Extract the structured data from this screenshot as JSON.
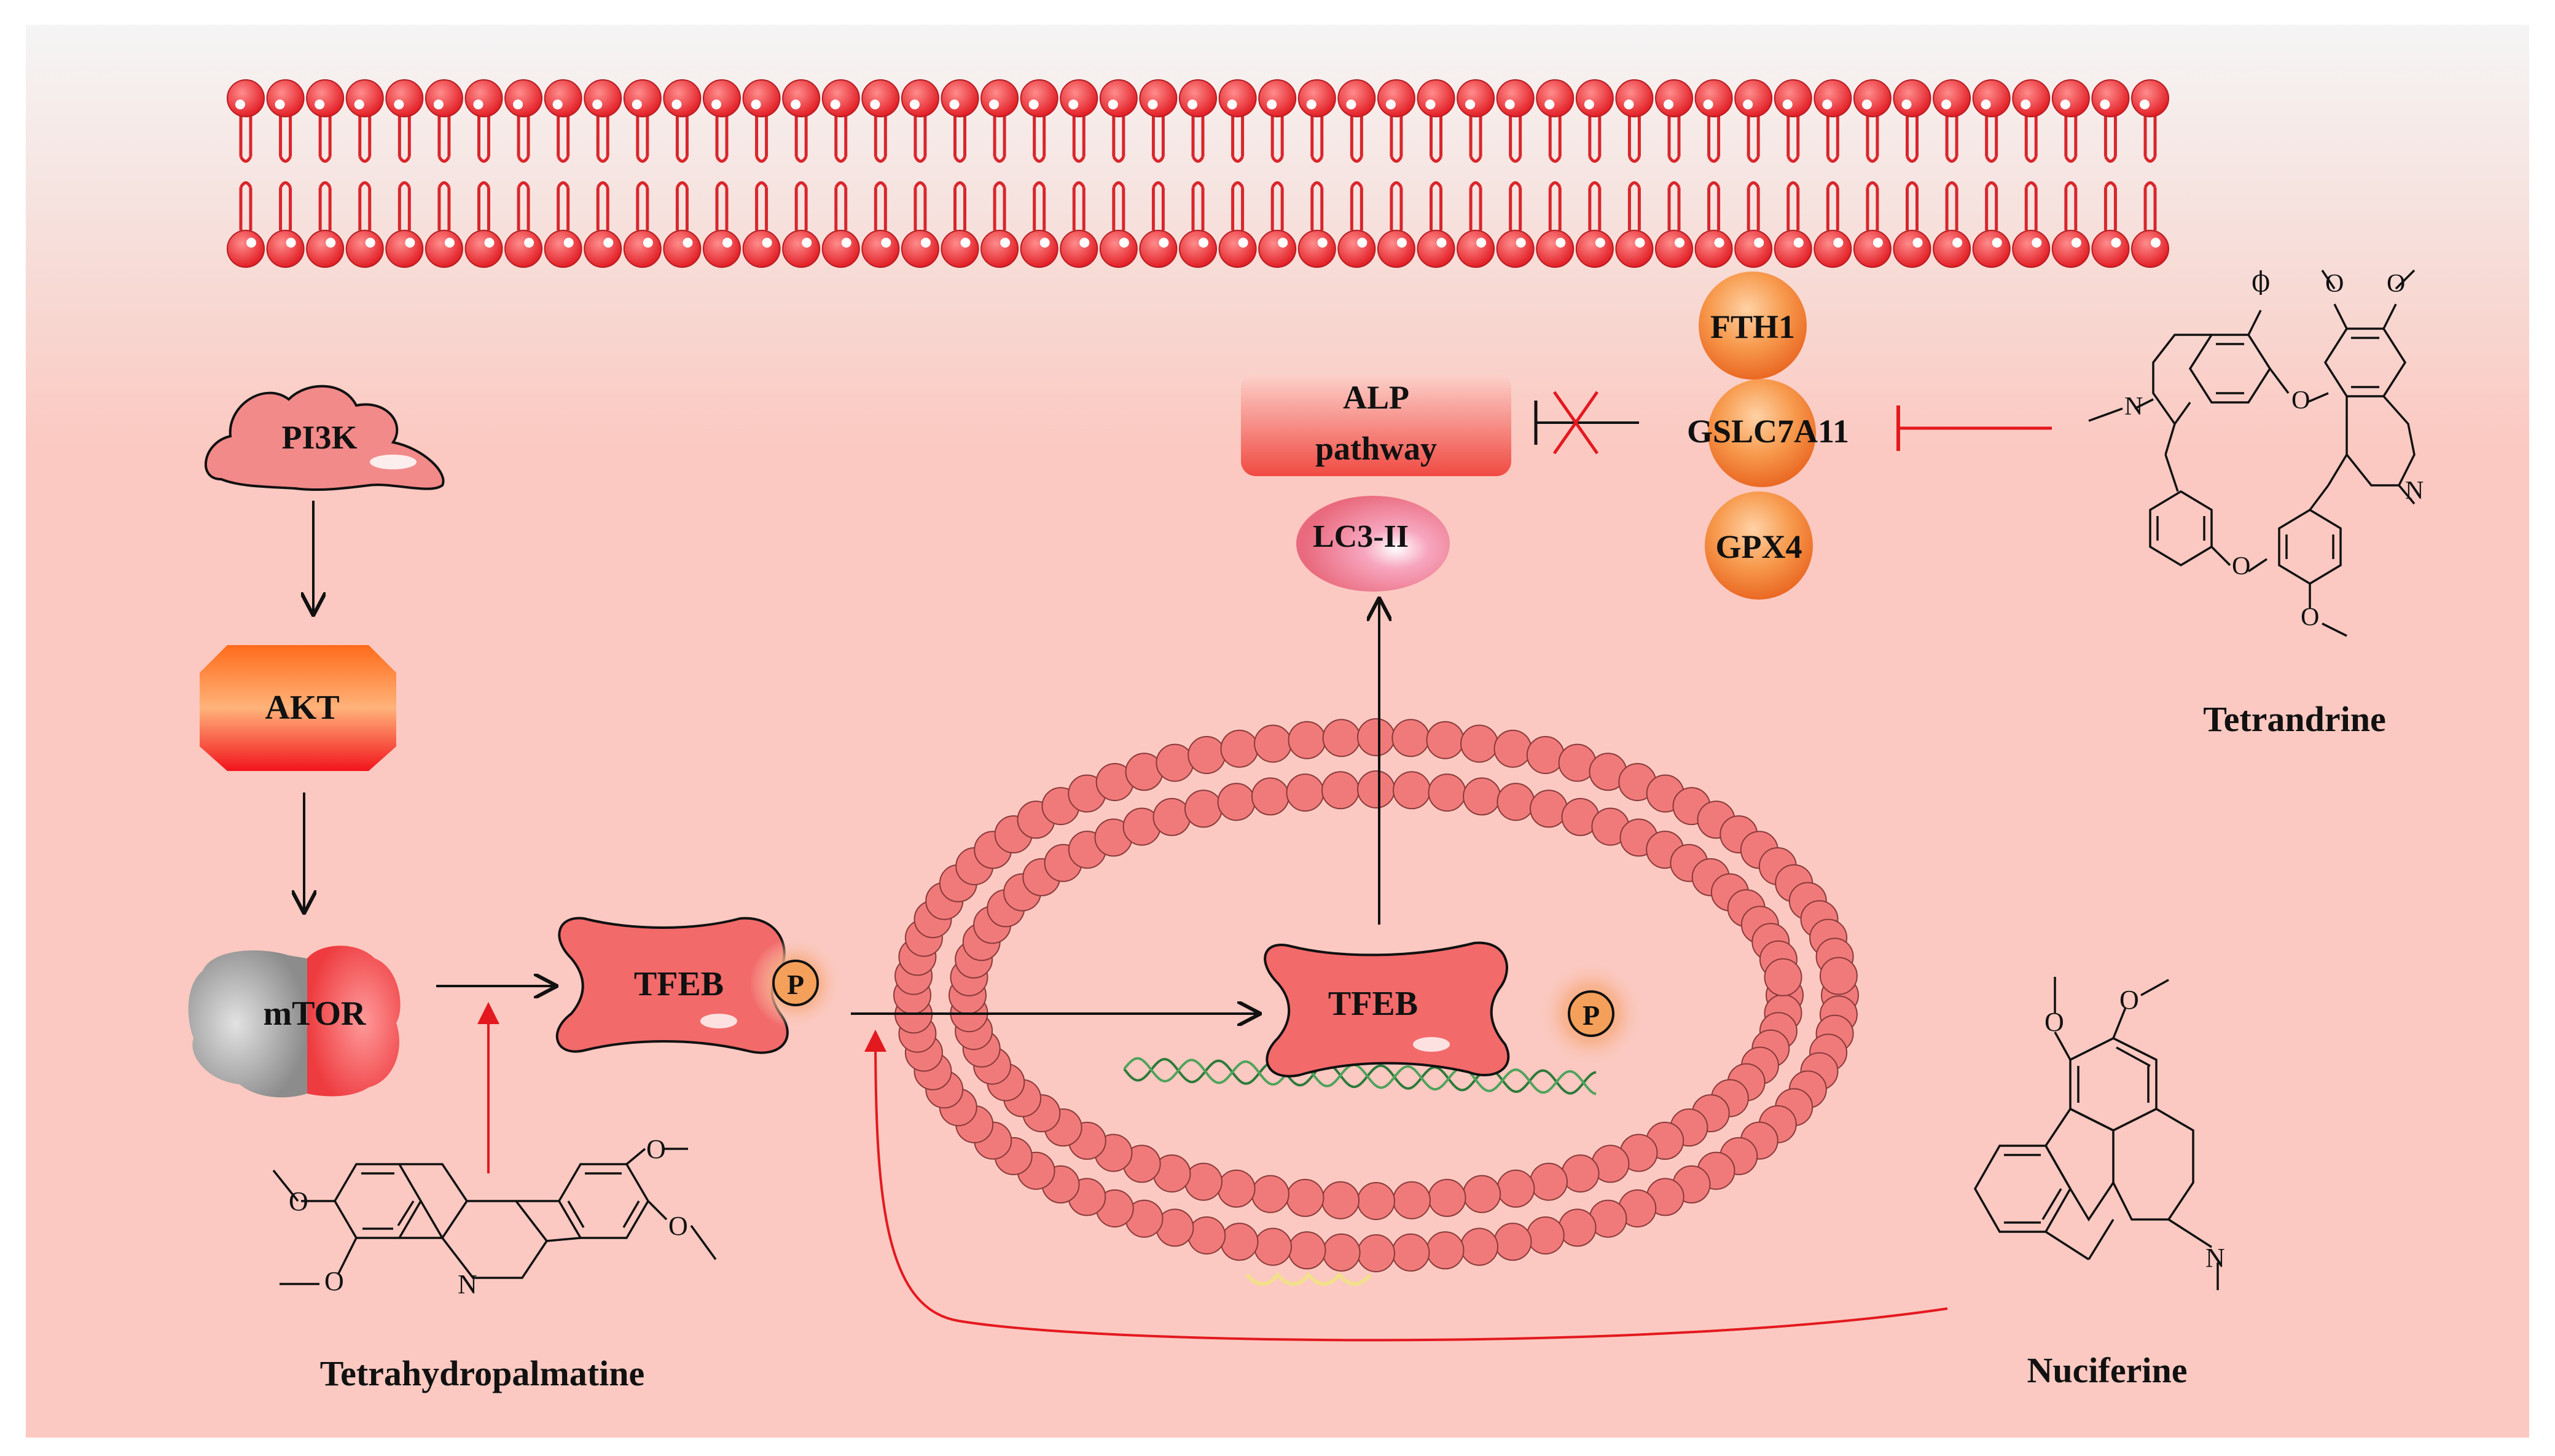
{
  "membrane": {},
  "pathway": {
    "pi3k": "PI3K",
    "akt": "AKT",
    "mtor": "mTOR",
    "tfeb_cytoplasm": "TFEB",
    "tfeb_nucleus": "TFEB",
    "phospho_label": "P",
    "phospho_label_nucleus": "P",
    "alp_line1": "ALP",
    "alp_line2": "pathway",
    "lc3": "LC3-II",
    "fth1": "FTH1",
    "slc7a11": "GSLC7A11",
    "gpx4": "GPX4"
  },
  "compounds": {
    "tetrahydropalmatine": "Tetrahydropalmatine",
    "tetrandrine": "Tetrandrine",
    "nuciferine": "Nuciferine",
    "tetrahydropalmatine_n": "N",
    "tetrandrine_n1": "N",
    "tetrandrine_n2": "N",
    "nuciferine_n": "N",
    "oxygen": "O"
  },
  "colors": {
    "background_top": "#f3f3f3",
    "background_bottom": "#fbc9c1",
    "lipid_head": "#e8464a",
    "lipid_stroke": "#b51d22",
    "promote_arrow": "#e3191f",
    "inhibit_arrow": "#e3191f",
    "neutral_arrow": "#111111",
    "bead": "#f07a7a",
    "dna": "#2d7a3b"
  }
}
